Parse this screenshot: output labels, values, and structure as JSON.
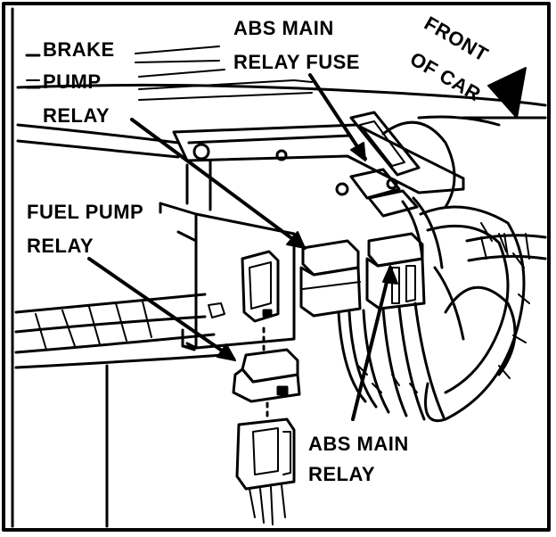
{
  "labels": {
    "brake_pump_relay": [
      "BRAKE",
      "PUMP",
      "RELAY"
    ],
    "abs_main_relay_fuse": [
      "ABS MAIN",
      "RELAY FUSE"
    ],
    "front_of_car": [
      "FRONT",
      "OF CAR"
    ],
    "fuel_pump_relay": [
      "FUEL PUMP",
      "RELAY"
    ],
    "abs_main_relay": [
      "ABS MAIN",
      "RELAY"
    ]
  }
}
